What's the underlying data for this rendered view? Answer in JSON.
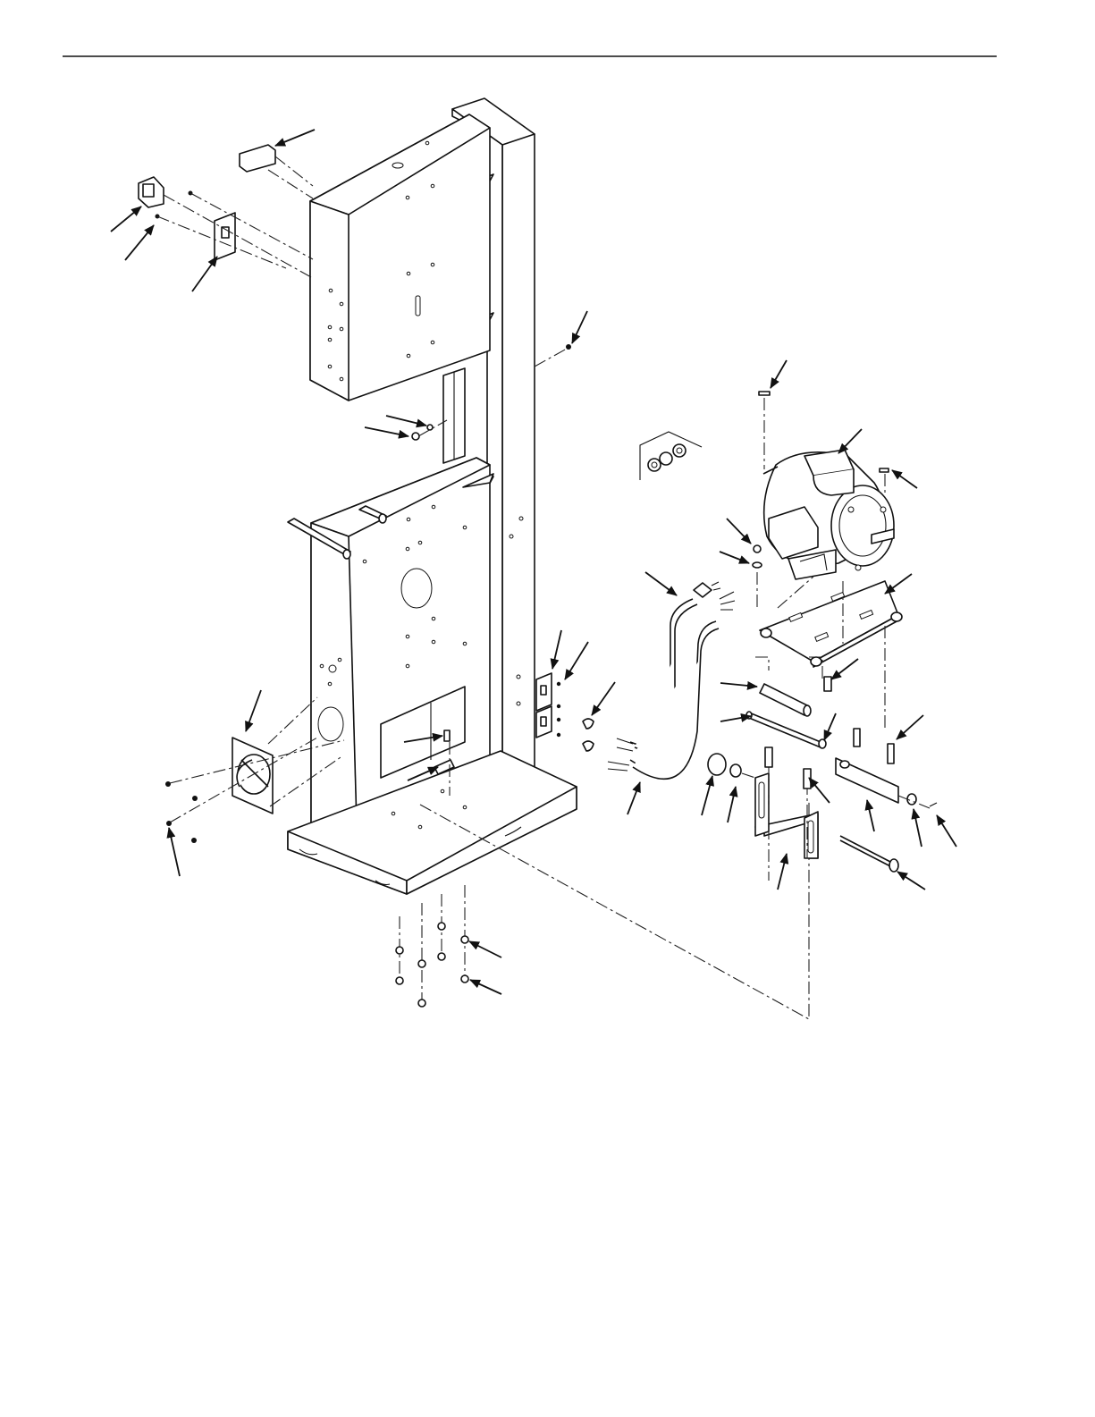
{
  "page": {
    "image_type": "exploded-parts-diagram",
    "callout_labels": []
  },
  "colors": {
    "line": "#111111",
    "background": "#ffffff"
  },
  "parts": [
    "upper-wheel-housing",
    "lower-wheel-housing",
    "column",
    "base",
    "motor",
    "motor-plate",
    "motor-bracket",
    "switch",
    "switch-plate",
    "power-cord",
    "dust-port",
    "strain-relief-inset"
  ]
}
